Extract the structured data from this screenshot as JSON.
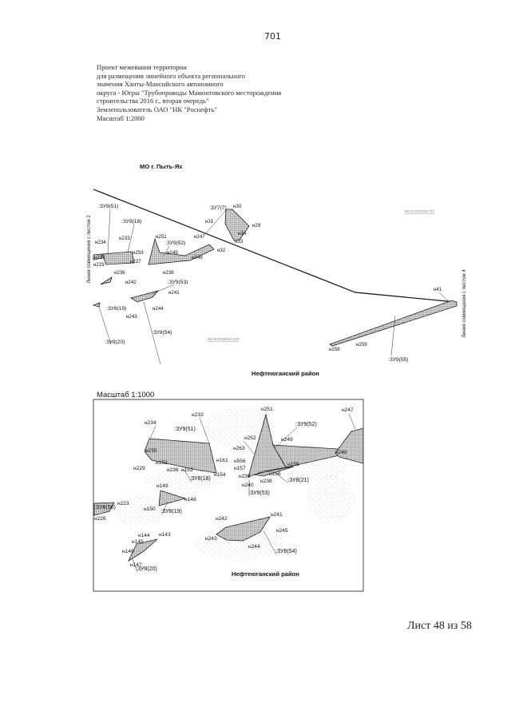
{
  "page_number": "701",
  "header": {
    "lines": [
      "Проект межевания территории",
      "для размещения линейного объекта регионального",
      "значения Ханты-Мансийского автономного",
      "округа - Югры \"Трубопроводы Мамонтовского месторождения",
      "строительства 2016 г., вторая очередь\"",
      "Землепользователь ОАО \"НК \"Роснефть\"",
      "Масштаб 1:2000"
    ]
  },
  "upper_map": {
    "region_label": "МО г. Пыть-Ях",
    "district_label": "Нефтеюганский район",
    "join_line_left": "Линия совмещения с листом 2",
    "join_line_right": "Линия совмещения с листом 4",
    "cadastral_numbers": [
      "86:15:0101067:93",
      "86:08:0000000:400"
    ],
    "parcel_labels": [
      ":ЗУ9(51)",
      ":ЗУ9(18)",
      ":ЗУ7(7)",
      ":ЗУ9(52)",
      ":ЗУ9(53)",
      ":ЗУ8(19)",
      ":ЗУ8(54)",
      ":ЗУ8(20)",
      ":ЗУ9(55)"
    ],
    "point_labels": [
      "н233",
      "н234",
      "н253",
      "н235",
      "н237",
      "н229",
      "н30",
      "н31",
      "н29",
      "н34",
      "н33",
      "н247",
      "н251",
      "н249",
      "н248",
      "н32",
      "н238",
      "н236",
      "н242",
      "н241",
      "н244",
      "н243",
      "н258",
      "н259",
      "н41"
    ]
  },
  "lower_map": {
    "scale_label": "Масштаб 1:1000",
    "district_label": "Нефтеюганский район",
    "parcel_labels": [
      ":ЗУ9(52)",
      ":ЗУ9(51)",
      ":ЗУ8(18)",
      ":ЗУ8(21)",
      ":ЗУ9(53)",
      ":ЗУ8(19)",
      ":ЗУ8(56)",
      ":ЗУ8(54)",
      ":ЗУ8(20)"
    ],
    "point_labels": [
      "н233",
      "н251",
      "н247",
      "н234",
      "н252",
      "н249",
      "н263",
      "н235",
      "н248",
      "н229",
      "н152",
      "н161",
      "н556",
      "н157",
      "н155",
      "н236",
      "н153",
      "н154",
      "н239",
      "н156",
      "н238",
      "н240",
      "н149",
      "н148",
      "н150",
      "н223",
      "н226",
      "н241",
      "н242",
      "н245",
      "н243",
      "н244",
      "н144",
      "н143",
      "н145",
      "н146",
      "н147"
    ]
  },
  "footer": {
    "sheet": "Лист 48 из 58"
  }
}
